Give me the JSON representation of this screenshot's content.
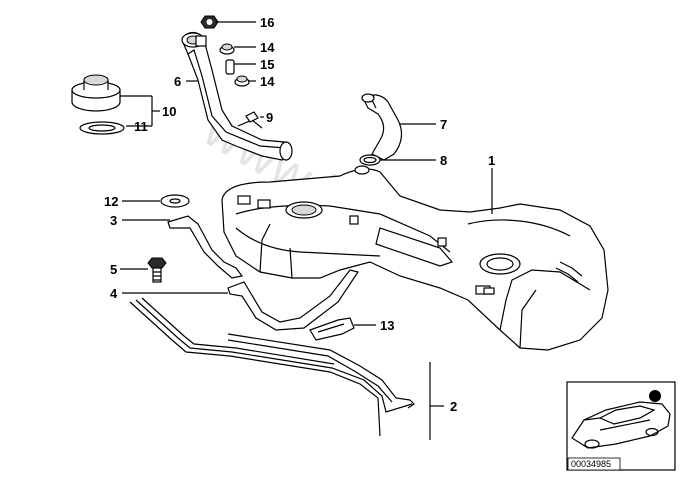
{
  "watermark": "www.bmwstore.pl",
  "diagram_code": "00034985",
  "callouts": {
    "c1": "1",
    "c2": "2",
    "c3": "3",
    "c4": "4",
    "c5": "5",
    "c6": "6",
    "c7": "7",
    "c8": "8",
    "c9": "9",
    "c10": "10",
    "c11": "11",
    "c12": "12",
    "c13": "13",
    "c14a": "14",
    "c14b": "14",
    "c15": "15",
    "c16": "16"
  },
  "colors": {
    "line": "#000000",
    "background": "#ffffff",
    "shade": "#d8d8d8"
  }
}
